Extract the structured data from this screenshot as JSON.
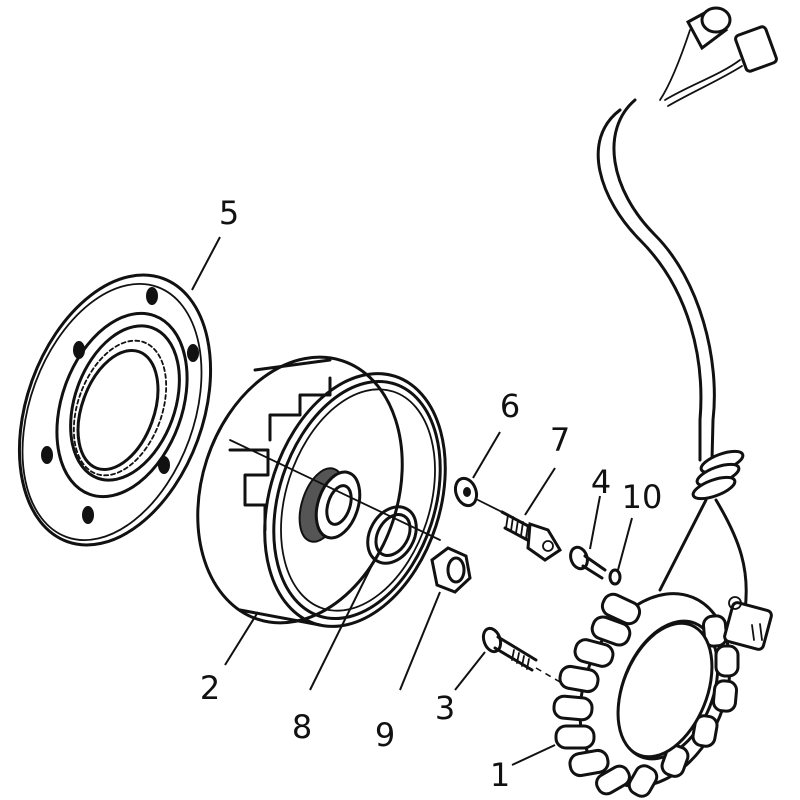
{
  "title": "Stator / Flywheel Exploded Parts Diagram",
  "callouts": [
    {
      "id": "1",
      "label": "1",
      "part": "stator-coil"
    },
    {
      "id": "2",
      "label": "2",
      "part": "flywheel-rotor"
    },
    {
      "id": "3",
      "label": "3",
      "part": "stator-bolt"
    },
    {
      "id": "4",
      "label": "4",
      "part": "pickup-screw"
    },
    {
      "id": "5",
      "label": "5",
      "part": "starter-clutch"
    },
    {
      "id": "6",
      "label": "6",
      "part": "washer"
    },
    {
      "id": "7",
      "label": "7",
      "part": "socket-bolt"
    },
    {
      "id": "8",
      "label": "8",
      "part": "flat-washer"
    },
    {
      "id": "9",
      "label": "9",
      "part": "flywheel-nut"
    },
    {
      "id": "10",
      "label": "10",
      "part": "small-washer"
    }
  ]
}
